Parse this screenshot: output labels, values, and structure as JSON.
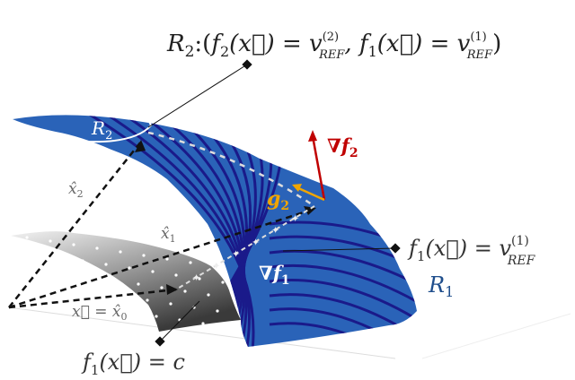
{
  "labels": {
    "r2_top": {
      "R": "R",
      "sub": "2",
      "colon": ":(",
      "f2": "f",
      "f2sub": "2",
      "arg": "(x⃗) = v",
      "v2sup": "(2)",
      "v2sub": "REF",
      "comma": ", f",
      "f1sub": "1",
      "arg2": "(x⃗) = v",
      "v1sup": "(1)",
      "v1sub": "REF",
      "close": ")"
    },
    "f1_ref": {
      "f": "f",
      "sub": "1",
      "arg": "(x⃗) = v",
      "sup": "(1)",
      "vsub": "REF"
    },
    "r1": {
      "R": "R",
      "sub": "1"
    },
    "r2_surface": {
      "R": "R",
      "sub": "2"
    },
    "grad_f1": {
      "nabla": "∇",
      "f": "f",
      "sub": "1"
    },
    "grad_f2": {
      "nabla": "∇",
      "f": "f",
      "sub": "2"
    },
    "g2": {
      "g": "g",
      "sub": "2"
    },
    "x2hat": {
      "x": "x̂",
      "sub": "2"
    },
    "x1hat": {
      "x": "x̂",
      "sub": "1"
    },
    "x0": {
      "text": "x⃗ = x̂",
      "sub": "0"
    },
    "f1c": {
      "f": "f",
      "sub": "1",
      "arg": "(x⃗) = c"
    }
  },
  "colors": {
    "surface_blue": "#2a63b8",
    "contour": "#1a1a8a",
    "grad_f2": "#c00000",
    "g2": "#f0a500",
    "r1_label": "#1f4e8c"
  }
}
